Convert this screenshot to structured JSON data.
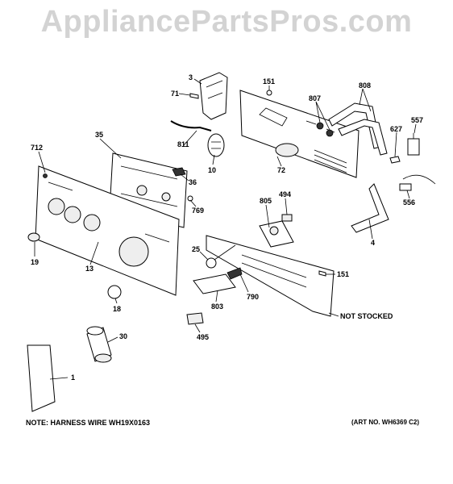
{
  "watermark": "AppliancePartsPros.com",
  "labels": {
    "p3": "3",
    "p71": "71",
    "p151a": "151",
    "p807": "807",
    "p808": "808",
    "p557": "557",
    "p627": "627",
    "p556": "556",
    "p35": "35",
    "p811": "811",
    "p10": "10",
    "p72": "72",
    "p712": "712",
    "p36": "36",
    "p769": "769",
    "p805": "805",
    "p494": "494",
    "p4": "4",
    "p19": "19",
    "p13": "13",
    "p25": "25",
    "p151b": "151",
    "p803": "803",
    "p790": "790",
    "p18": "18",
    "not_stocked": "NOT STOCKED",
    "p30": "30",
    "p495": "495",
    "p1": "1"
  },
  "notes": {
    "harness": "NOTE: HARNESS WIRE WH19X0163",
    "art_no": "(ART NO. WH6369 C2)"
  }
}
